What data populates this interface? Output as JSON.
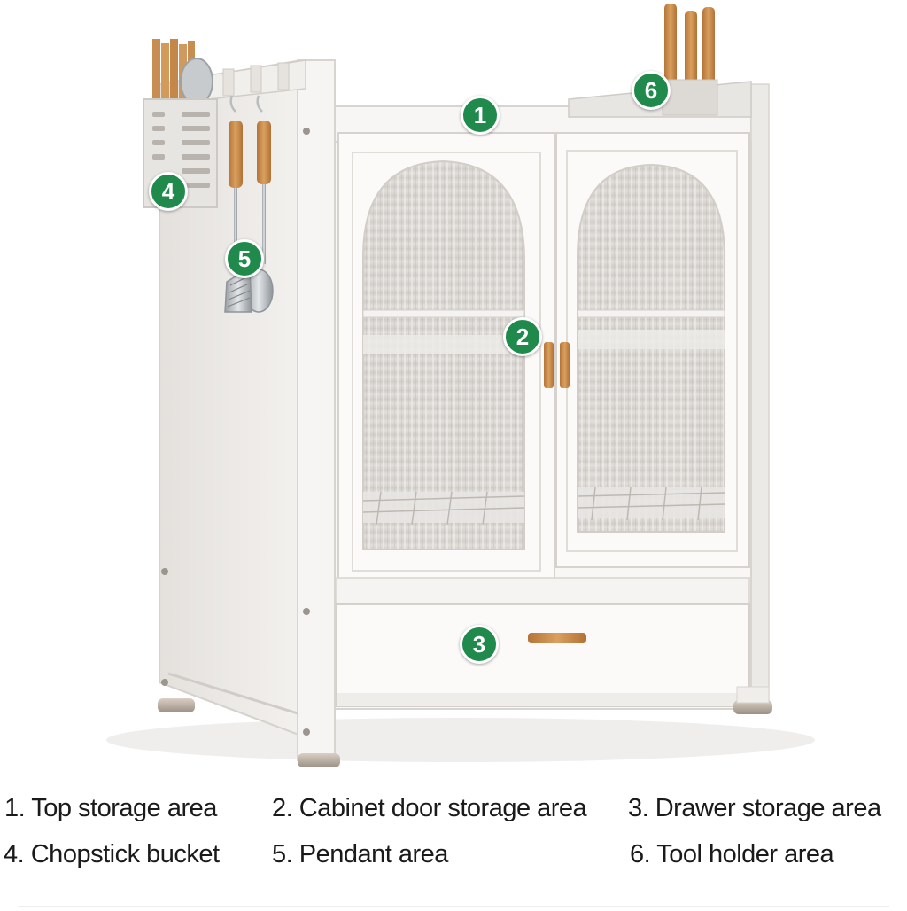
{
  "badges": {
    "b1": "1",
    "b2": "2",
    "b3": "3",
    "b4": "4",
    "b5": "5",
    "b6": "6"
  },
  "legend": {
    "item1": "1. Top storage area",
    "item2": "2. Cabinet door storage area",
    "item3": "3. Drawer storage area",
    "item4": "4. Chopstick bucket",
    "item5": "5. Pendant area",
    "item6": "6. Tool holder area"
  },
  "colors": {
    "badge": "#1f8a4c",
    "cabinet": "#f2f0ee",
    "wood": "#c98b4a"
  }
}
